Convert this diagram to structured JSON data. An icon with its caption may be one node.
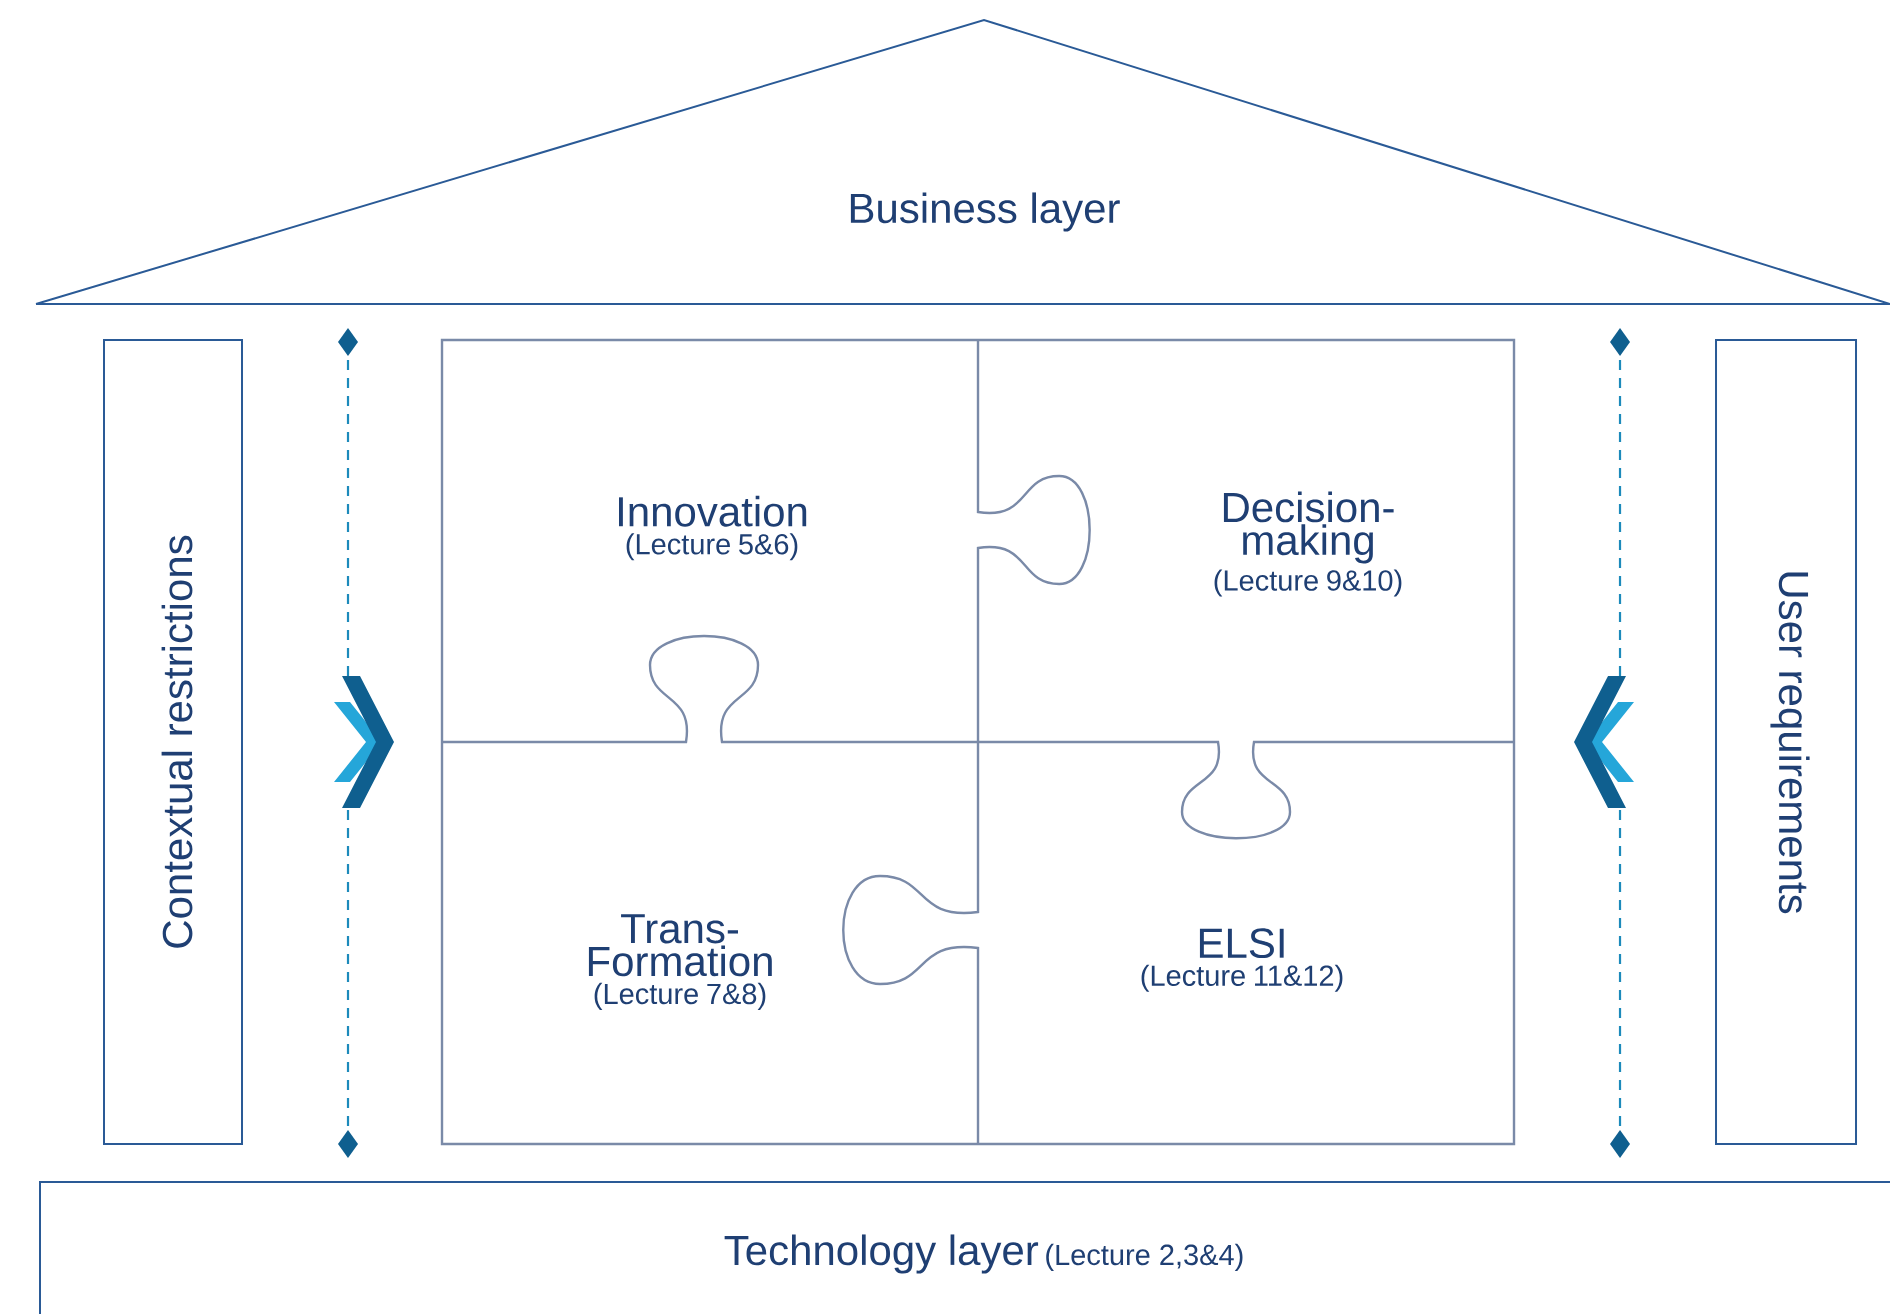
{
  "diagram": {
    "nodes": [
      {
        "text": [
          "Business layer"
        ]
      },
      {
        "text": [
          "Contextual restrictions"
        ]
      },
      {
        "text": [
          "Innovation",
          "(Lecture 5&6)"
        ]
      },
      {
        "text": [
          "Decision-making",
          "(Lecture 9&10)"
        ]
      },
      {
        "text": [
          "Trans-Formation",
          "(Lecture 7&8)"
        ]
      },
      {
        "text": [
          "ELSI",
          "(Lecture 11&12)"
        ]
      },
      {
        "text": [
          "User requirements"
        ]
      },
      {
        "text": [
          "Technology layer",
          "(Lecture 2,3&4)"
        ]
      }
    ],
    "edges": []
  }
}
